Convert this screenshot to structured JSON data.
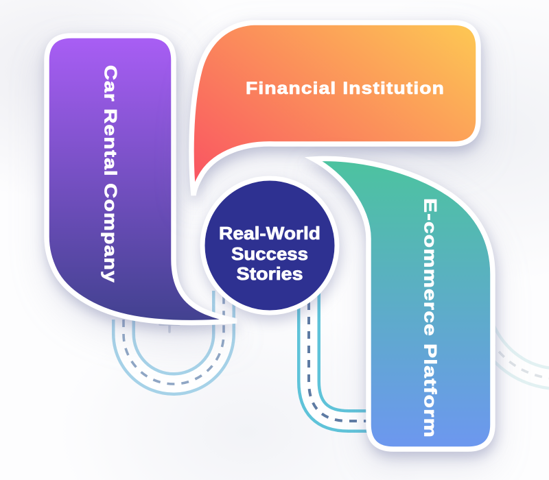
{
  "title": "Real-World Success Stories",
  "center": {
    "lines": [
      "Real-World",
      "Success",
      "Stories"
    ],
    "bg_color": "#2e3191",
    "text_color": "#ffffff"
  },
  "petals": [
    {
      "id": "car-rental",
      "label": "Car Rental Company",
      "gradient_from": "#a95ef5",
      "gradient_to": "#41418f",
      "text_color": "#ffffff",
      "orientation": "vertical"
    },
    {
      "id": "financial-institution",
      "label": "Financial Institution",
      "gradient_from": "#f95562",
      "gradient_to": "#fdc454",
      "text_color": "#ffffff",
      "orientation": "horizontal"
    },
    {
      "id": "ecommerce-platform",
      "label": "E-commerce Platform",
      "gradient_from": "#4cc39f",
      "gradient_to": "#6d97f0",
      "text_color": "#ffffff",
      "orientation": "vertical"
    }
  ],
  "decorations": {
    "outline_color": "#ffffff",
    "road_edge_light": "#a6d2e8",
    "road_edge_cyan": "#5fc3d9",
    "road_edge_faint": "#cde8e9",
    "road_dash_light": "#8fa6c4",
    "road_dash_dark": "#5e7ba3",
    "road_dash_faint": "#c3ccd4",
    "marker_color": "#c3cad8"
  }
}
